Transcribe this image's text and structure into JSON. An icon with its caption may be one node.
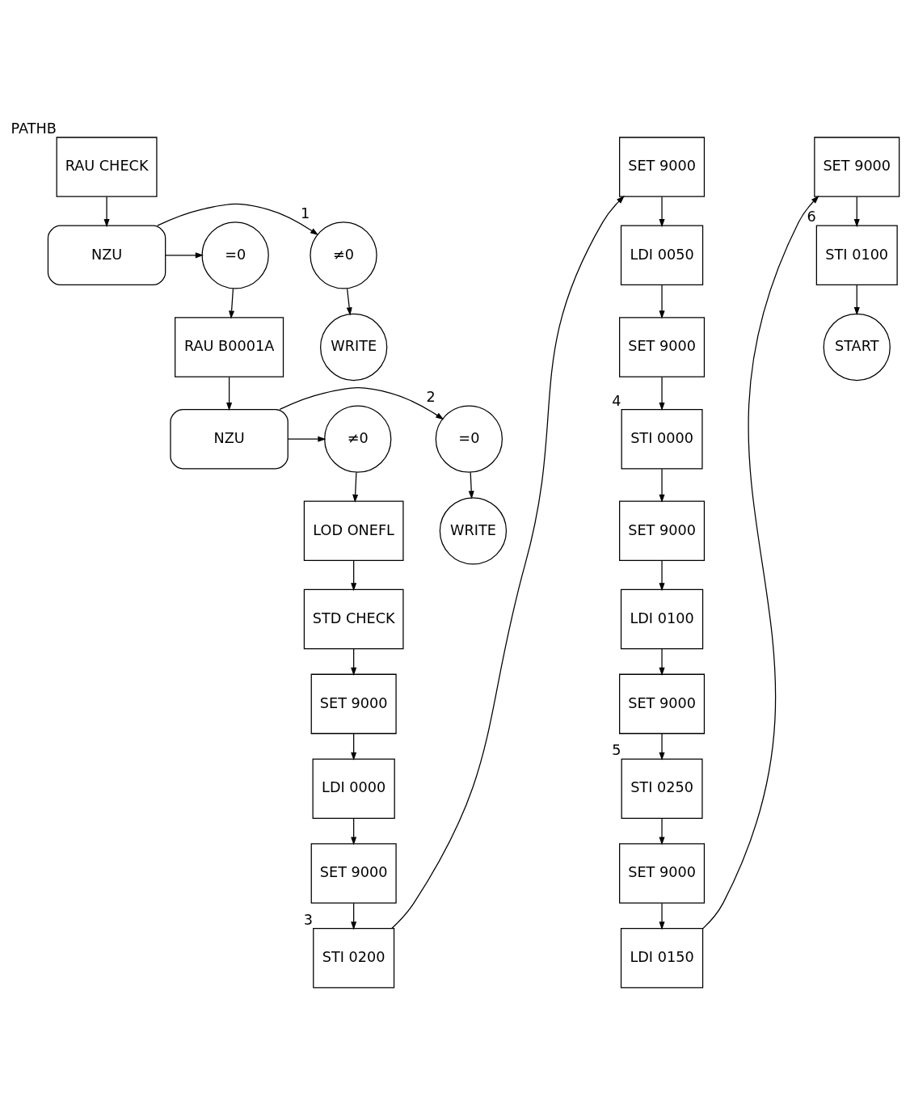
{
  "diagram": {
    "nodes": [
      {
        "text": [
          "RAU CHECK"
        ],
        "beside": [
          "PATHB"
        ]
      },
      {
        "text": [
          "NZU"
        ]
      },
      {
        "text": [
          "≠0"
        ],
        "beside": [
          "1"
        ]
      },
      {
        "text": [
          "=0"
        ]
      },
      {
        "text": [
          "WRITE"
        ]
      },
      {
        "text": [
          "RAU B0001A"
        ]
      },
      {
        "text": [
          "NZU"
        ]
      },
      {
        "text": [
          "=0"
        ],
        "beside": [
          "2"
        ]
      },
      {
        "text": [
          "≠0"
        ]
      },
      {
        "text": [
          "WRITE"
        ]
      },
      {
        "text": [
          "LOD ONEFL"
        ]
      },
      {
        "text": [
          "STD CHECK"
        ]
      },
      {
        "text": [
          "SET 9000"
        ]
      },
      {
        "text": [
          "LDI 0000"
        ]
      },
      {
        "text": [
          "SET 9000"
        ]
      },
      {
        "text": [
          "STI 0200"
        ],
        "beside": [
          "3"
        ]
      },
      {
        "text": [
          "SET 9000"
        ]
      },
      {
        "text": [
          "LDI 0050"
        ]
      },
      {
        "text": [
          "SET 9000"
        ]
      },
      {
        "text": [
          "STI 0000"
        ],
        "beside": [
          "4"
        ]
      },
      {
        "text": [
          "SET 9000"
        ]
      },
      {
        "text": [
          "LDI 0100"
        ]
      },
      {
        "text": [
          "SET 9000"
        ]
      },
      {
        "text": [
          "STI 0250"
        ],
        "beside": [
          "5"
        ]
      },
      {
        "text": [
          "SET 9000"
        ]
      },
      {
        "text": [
          "LDI 0150"
        ]
      },
      {
        "text": [
          "SET 9000"
        ]
      },
      {
        "text": [
          "STI 0100"
        ],
        "beside": [
          "6"
        ]
      },
      {
        "text": [
          "START"
        ]
      }
    ],
    "edges": [
      {
        "from": 0,
        "to": 1,
        "arrow": "to"
      },
      {
        "from": 1,
        "to": 2,
        "arrow": "to"
      },
      {
        "from": 1,
        "to": 3,
        "arrow": "to"
      },
      {
        "from": 2,
        "to": 4,
        "arrow": "to"
      },
      {
        "from": 3,
        "to": 5,
        "arrow": "to"
      },
      {
        "from": 5,
        "to": 6,
        "arrow": "to"
      },
      {
        "from": 6,
        "to": 7,
        "arrow": "to"
      },
      {
        "from": 6,
        "to": 8,
        "arrow": "to"
      },
      {
        "from": 7,
        "to": 9,
        "arrow": "to"
      },
      {
        "from": 8,
        "to": 10,
        "arrow": "to"
      },
      {
        "from": 10,
        "to": 11,
        "arrow": "to"
      },
      {
        "from": 11,
        "to": 12,
        "arrow": "to"
      },
      {
        "from": 12,
        "to": 13,
        "arrow": "to"
      },
      {
        "from": 13,
        "to": 14,
        "arrow": "to"
      },
      {
        "from": 14,
        "to": 15,
        "arrow": "to"
      },
      {
        "from": 15,
        "to": 16,
        "arrow": "to"
      },
      {
        "from": 16,
        "to": 17,
        "arrow": "to"
      },
      {
        "from": 17,
        "to": 18,
        "arrow": "to"
      },
      {
        "from": 18,
        "to": 19,
        "arrow": "to"
      },
      {
        "from": 19,
        "to": 20,
        "arrow": "to"
      },
      {
        "from": 20,
        "to": 21,
        "arrow": "to"
      },
      {
        "from": 21,
        "to": 22,
        "arrow": "to"
      },
      {
        "from": 22,
        "to": 23,
        "arrow": "to"
      },
      {
        "from": 23,
        "to": 24,
        "arrow": "to"
      },
      {
        "from": 24,
        "to": 25,
        "arrow": "to"
      },
      {
        "from": 25,
        "to": 26,
        "arrow": "to"
      },
      {
        "from": 26,
        "to": 27,
        "arrow": "to"
      },
      {
        "from": 27,
        "to": 28,
        "arrow": "to"
      }
    ]
  }
}
